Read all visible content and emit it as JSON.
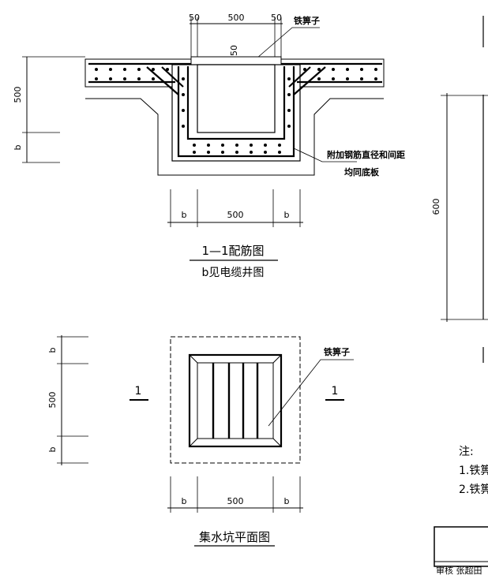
{
  "section_1_1": {
    "dims_top": [
      "50",
      "500",
      "50"
    ],
    "dim_50_vertical": "50",
    "grate_label": "铁箅子",
    "dim_left_500": "500",
    "dim_left_b": "b",
    "rebar_note_line1": "附加钢筋直径和间距",
    "rebar_note_line2": "均同底板",
    "dims_bottom": [
      "b",
      "500",
      "b"
    ],
    "title": "1—1配筋图",
    "subtitle": "b见电缆井图"
  },
  "plan": {
    "dims_left": [
      "b",
      "500",
      "b"
    ],
    "section_mark_left": "1",
    "section_mark_right": "1",
    "grate_label": "铁箅子",
    "dims_bottom": [
      "b",
      "500",
      "b"
    ],
    "title": "集水坑平面图"
  },
  "right_panel": {
    "dim_600": "600",
    "notes_heading": "注:",
    "note_1": "1.铁箅",
    "note_2": "2.铁箅",
    "title_block_text": "审核 张超田"
  }
}
